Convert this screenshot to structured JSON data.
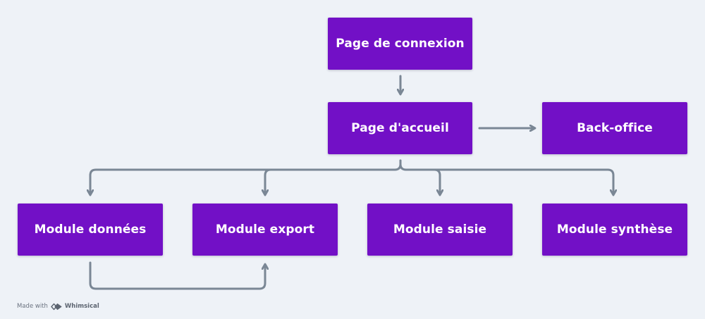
{
  "diagram": {
    "nodes": [
      {
        "id": "login",
        "label": "Page de connexion"
      },
      {
        "id": "home",
        "label": "Page d'accueil"
      },
      {
        "id": "backoffice",
        "label": "Back-office"
      },
      {
        "id": "data",
        "label": "Module données"
      },
      {
        "id": "export",
        "label": "Module export"
      },
      {
        "id": "input",
        "label": "Module saisie"
      },
      {
        "id": "summary",
        "label": "Module synthèse"
      }
    ],
    "edges": [
      {
        "from": "login",
        "to": "home"
      },
      {
        "from": "home",
        "to": "backoffice"
      },
      {
        "from": "home",
        "to": "data"
      },
      {
        "from": "home",
        "to": "export"
      },
      {
        "from": "home",
        "to": "input"
      },
      {
        "from": "home",
        "to": "summary"
      },
      {
        "from": "data",
        "to": "export"
      }
    ]
  },
  "colors": {
    "node_fill": "#7210c6",
    "node_text": "#ffffff",
    "connector": "#7a8795",
    "background": "#eef2f7"
  },
  "watermark": {
    "prefix": "Made with",
    "brand": "Whimsical",
    "icon": "whimsical-logo-icon"
  }
}
